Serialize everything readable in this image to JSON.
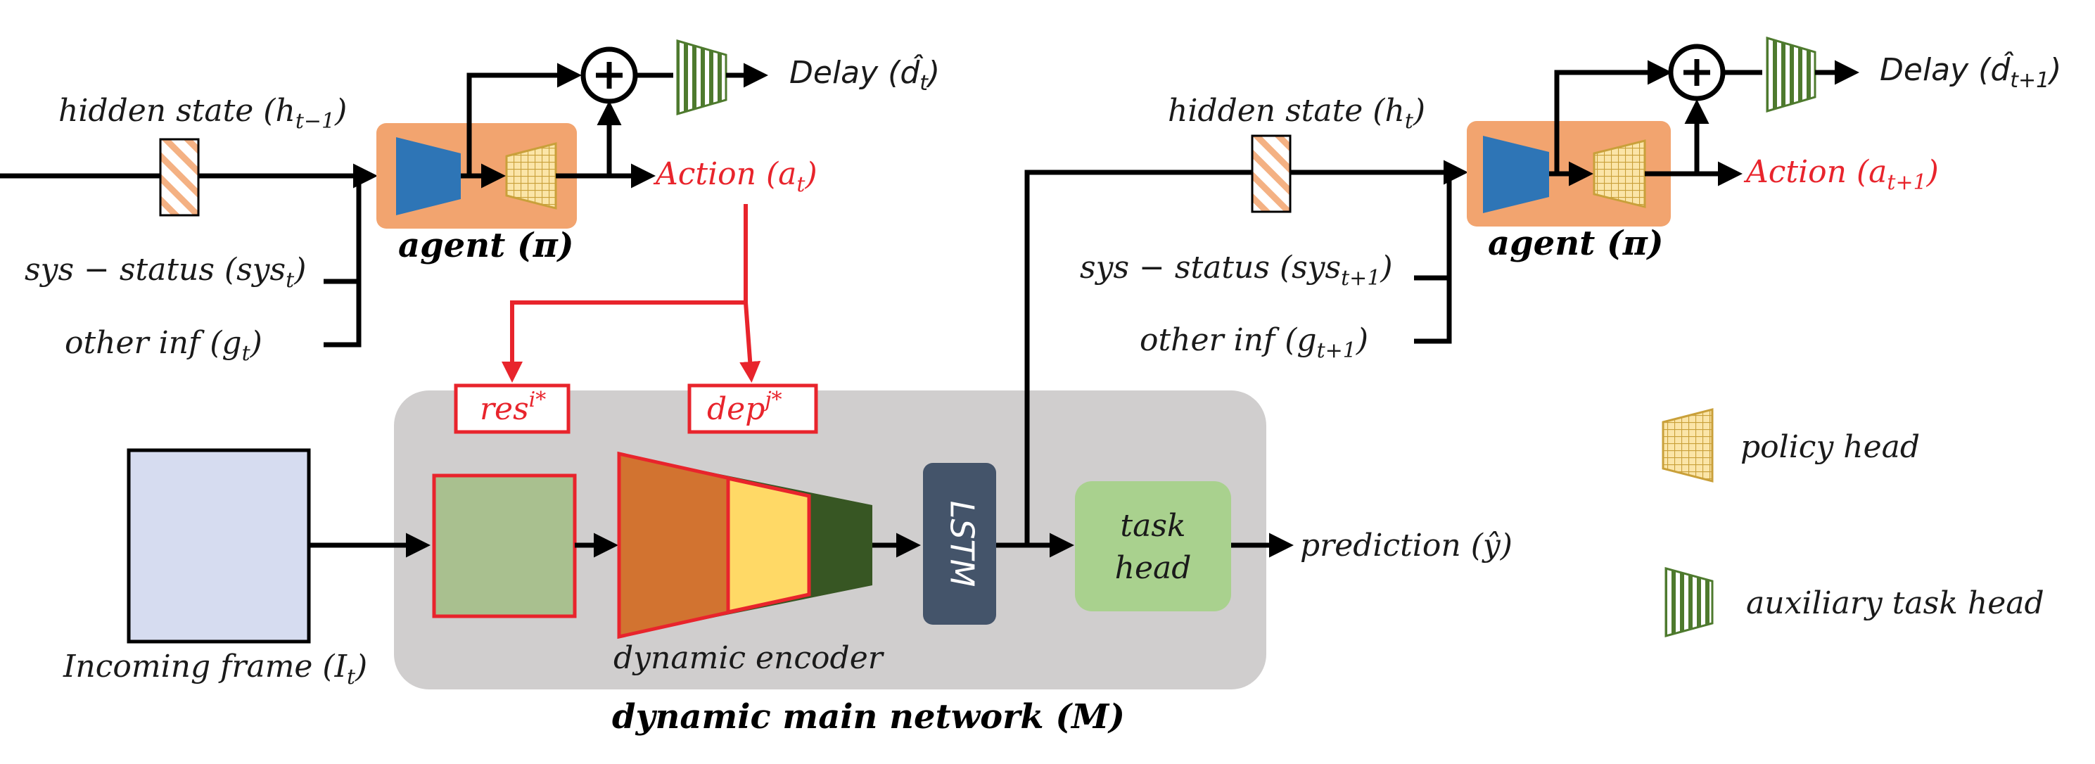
{
  "left_agent": {
    "hidden_state": "hidden state (h",
    "hidden_state_sub": "t−1",
    "agent_label": "agent",
    "agent_sym": "(π)",
    "sys_status": "sys − status (sys",
    "sys_status_sub": "t",
    "other_inf": "other inf (g",
    "other_inf_sub": "t",
    "delay": "Delay (d̂",
    "delay_sub": "t",
    "action": "Action (a",
    "action_sub": "t"
  },
  "right_agent": {
    "hidden_state": "hidden state (h",
    "hidden_state_sub": "t",
    "agent_label": "agent",
    "agent_sym": "(π)",
    "sys_status": "sys − status (sys",
    "sys_status_sub": "t+1",
    "other_inf": "other inf (g",
    "other_inf_sub": "t+1",
    "delay": "Delay (d̂",
    "delay_sub": "t+1",
    "action": "Action (a",
    "action_sub": "t+1"
  },
  "main_network": {
    "res_label": "res",
    "res_sup": "i*",
    "dep_label": "dep",
    "dep_sup": "j*",
    "lstm_label": "LSTM",
    "task_head_line1": "task",
    "task_head_line2": "head",
    "encoder_label": "dynamic encoder",
    "network_label": "dynamic main network",
    "network_sym": "(M)",
    "incoming_frame": "Incoming frame (I",
    "incoming_frame_sub": "t",
    "prediction": "prediction (ŷ)"
  },
  "legend": {
    "policy_head": "policy head",
    "auxiliary_head": "auxiliary task head"
  },
  "colors": {
    "agent_bg": "#f2a46f",
    "agent_encoder": "#2e75b6",
    "policy_head": "#c9a03a",
    "aux_head": "#4e7a2e",
    "network_bg": "#d0cece",
    "frame_fill": "#d6dcf0",
    "res_fill": "#a9c08f",
    "encoder_orange": "#d27330",
    "encoder_yellow": "#ffd966",
    "encoder_green": "#375623",
    "lstm_fill": "#44546a",
    "task_head_fill": "#a9d18e",
    "red": "#e8242c",
    "hidden_state_hatch": "#f4b183"
  }
}
